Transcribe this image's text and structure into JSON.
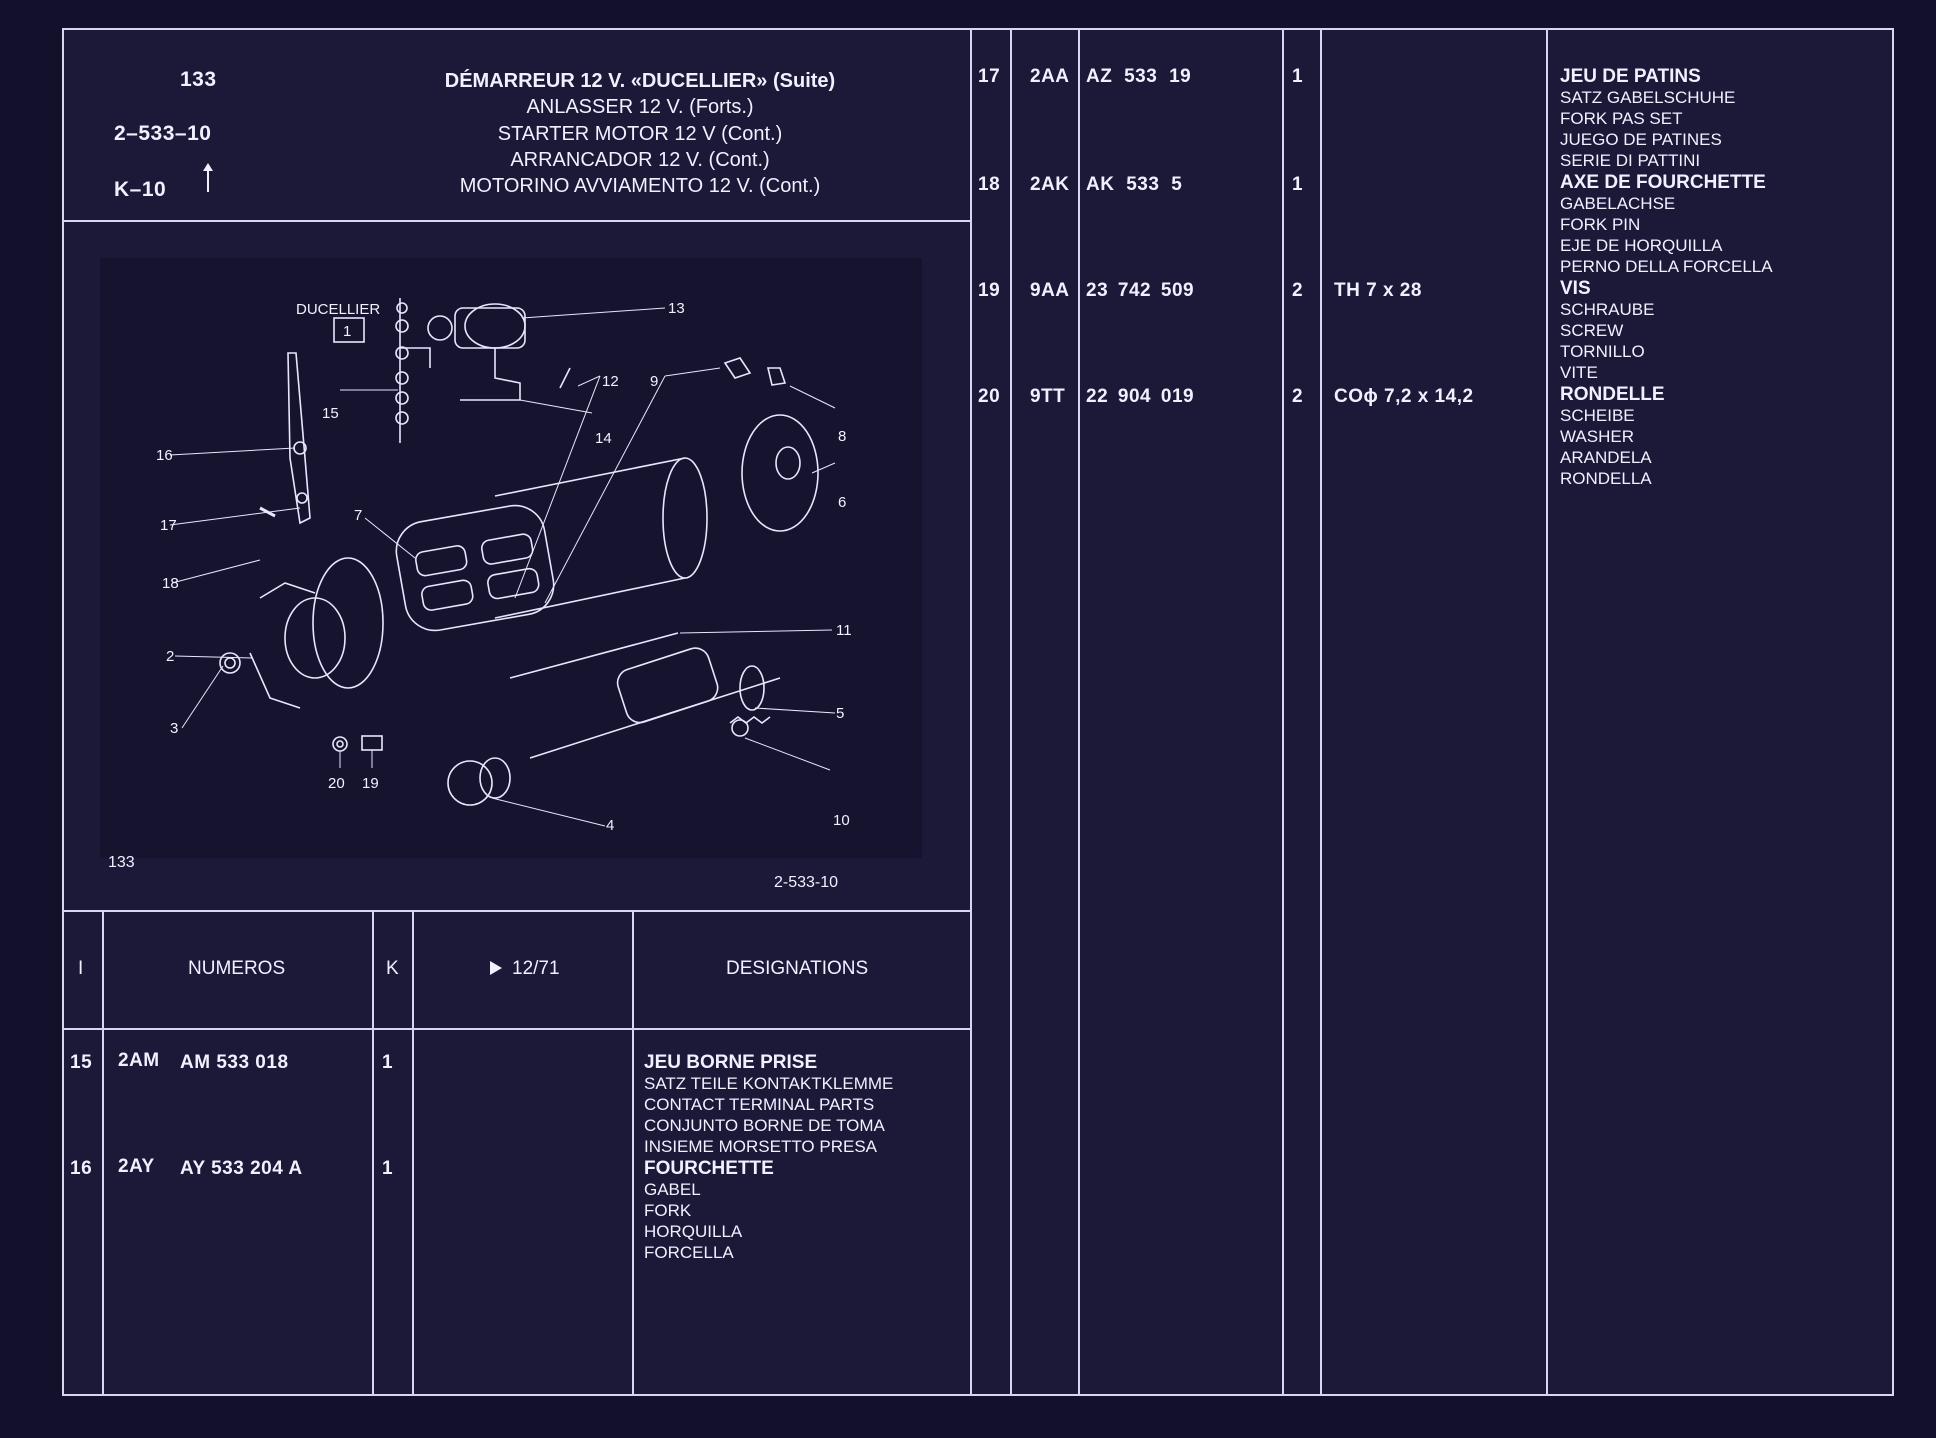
{
  "header": {
    "page_no": "133",
    "ref": "2–533–10",
    "range": "K–10",
    "titles": [
      "DÉMARREUR 12 V. «DUCELLIER» (Suite)",
      "ANLASSER 12 V. (Forts.)",
      "STARTER MOTOR 12 V (Cont.)",
      "ARRANCADOR 12 V. (Cont.)",
      "MOTORINO AVVIAMENTO 12 V. (Cont.)"
    ]
  },
  "drawing": {
    "brand": "DUCELLIER",
    "brand_box": "1",
    "page_no": "133",
    "ref": "2-533-10",
    "callouts": [
      "13",
      "12",
      "9",
      "15",
      "14",
      "8",
      "16",
      "6",
      "17",
      "7",
      "18",
      "11",
      "2",
      "5",
      "3",
      "20",
      "19",
      "10",
      "4"
    ]
  },
  "table_header": {
    "col_i": "I",
    "col_numeros": "NUMEROS",
    "col_k": "K",
    "col_date": "12/71",
    "col_designations": "DESIGNATIONS"
  },
  "rows_left": [
    {
      "item": "15",
      "code": "2AM",
      "part": "AM 533 018",
      "qty": "1",
      "note": "",
      "desc": [
        "JEU BORNE PRISE",
        "SATZ TEILE KONTAKTKLEMME",
        "CONTACT TERMINAL PARTS",
        "CONJUNTO BORNE DE TOMA",
        "INSIEME MORSETTO PRESA"
      ]
    },
    {
      "item": "16",
      "code": "2AY",
      "part": "AY 533 204 A",
      "qty": "1",
      "note": "",
      "desc": [
        "FOURCHETTE",
        "GABEL",
        "FORK",
        "HORQUILLA",
        "FORCELLA"
      ]
    }
  ],
  "rows_right": [
    {
      "item": "17",
      "code": "2AA",
      "part": "AZ 533 19",
      "qty": "1",
      "note": "",
      "desc": [
        "JEU DE PATINS",
        "SATZ GABELSCHUHE",
        "FORK PAS SET",
        "JUEGO DE PATINES",
        "SERIE DI PATTINI"
      ]
    },
    {
      "item": "18",
      "code": "2AK",
      "part": "AK 533 5",
      "qty": "1",
      "note": "",
      "desc": [
        "AXE DE FOURCHETTE",
        "GABELACHSE",
        "FORK PIN",
        "EJE DE HORQUILLA",
        "PERNO DELLA FORCELLA"
      ]
    },
    {
      "item": "19",
      "code": "9AA",
      "part": "23 742 509",
      "qty": "2",
      "note": "TH 7 x 28",
      "desc": [
        "VIS",
        "SCHRAUBE",
        "SCREW",
        "TORNILLO",
        "VITE"
      ]
    },
    {
      "item": "20",
      "code": "9TT",
      "part": "22 904 019",
      "qty": "2",
      "note": "COϕ 7,2 x 14,2",
      "desc": [
        "RONDELLE",
        "SCHEIBE",
        "WASHER",
        "ARANDELA",
        "RONDELLA"
      ]
    }
  ]
}
